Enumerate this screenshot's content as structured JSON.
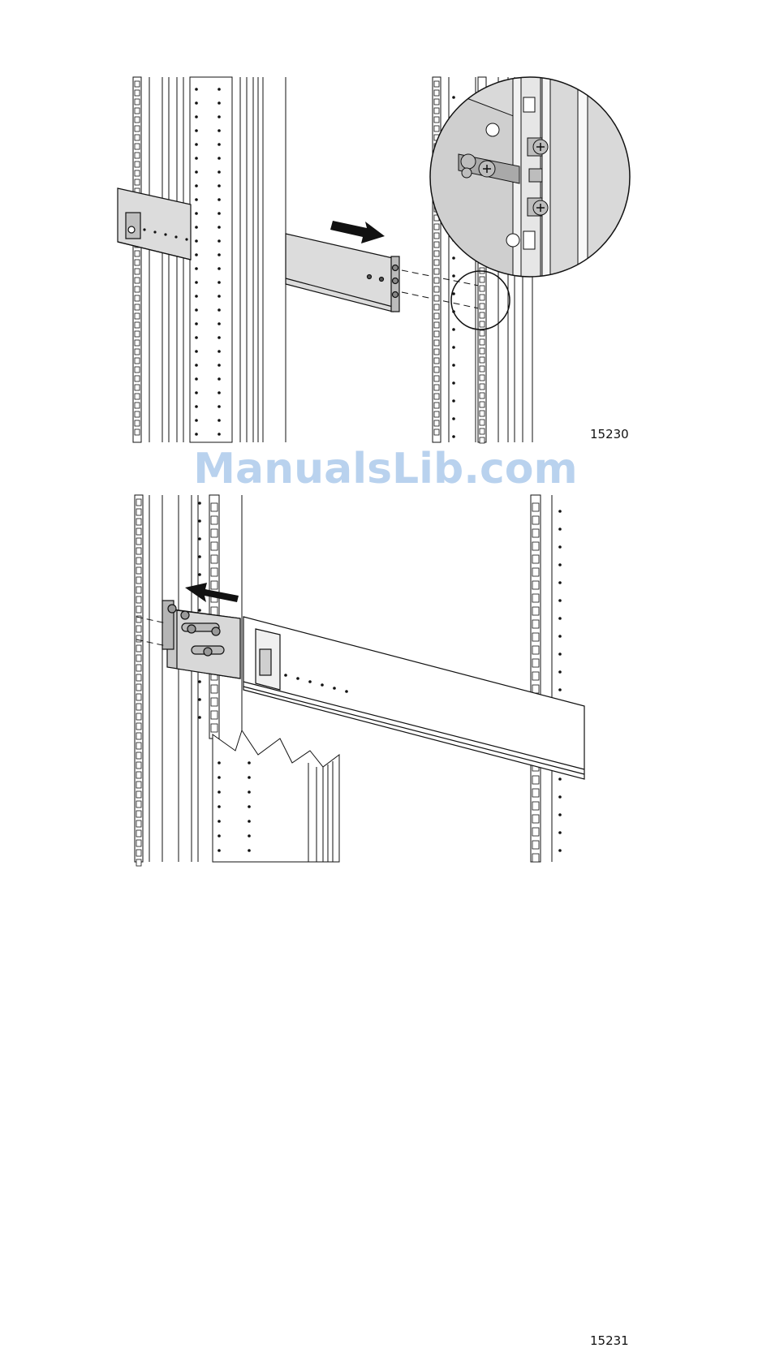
{
  "figures": [
    {
      "id": "15230"
    },
    {
      "id": "15231"
    }
  ],
  "watermark": "ManualsLib.com",
  "colors": {
    "line": "#111111",
    "fill_light": "#ececec",
    "fill_mid": "#d6d6d6",
    "fill_dark": "#b8b8b8",
    "watermark": "#b9d2ee"
  },
  "icons": [
    "arrow-right-icon",
    "arrow-left-icon"
  ]
}
